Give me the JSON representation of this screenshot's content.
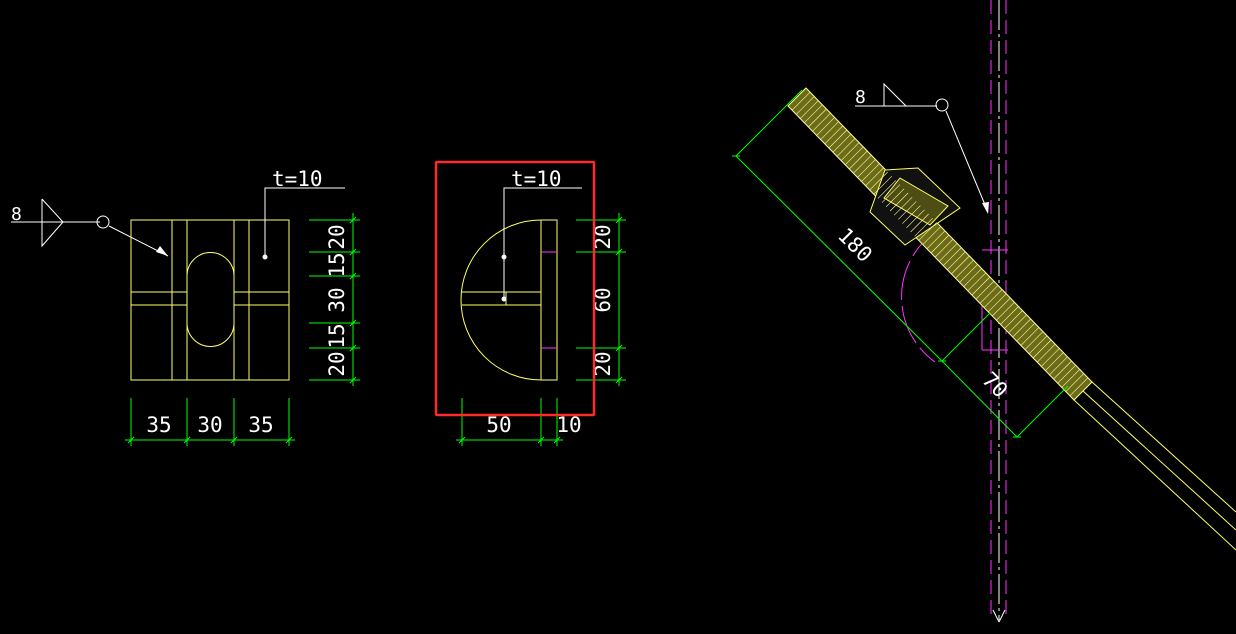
{
  "colors": {
    "background": "#000000",
    "outline": "#ffff66",
    "dimension": "#00ff00",
    "leader": "#ffffff",
    "centerline": "#ff33ff",
    "highlight": "#ff2a2a",
    "hatch": "#ffff99"
  },
  "left_plate": {
    "thickness_label": "t=10",
    "weld_size": "8",
    "horizontal_dims": [
      "35",
      "30",
      "35"
    ],
    "vertical_dims": [
      "20",
      "15",
      "30",
      "15",
      "20"
    ]
  },
  "middle_plate": {
    "thickness_label": "t=10",
    "horizontal_dims": [
      "50",
      "10"
    ],
    "vertical_dims": [
      "20",
      "60",
      "20"
    ]
  },
  "anchor_detail": {
    "weld_size": "8",
    "length_dim": "180",
    "offset_dim": "70"
  }
}
